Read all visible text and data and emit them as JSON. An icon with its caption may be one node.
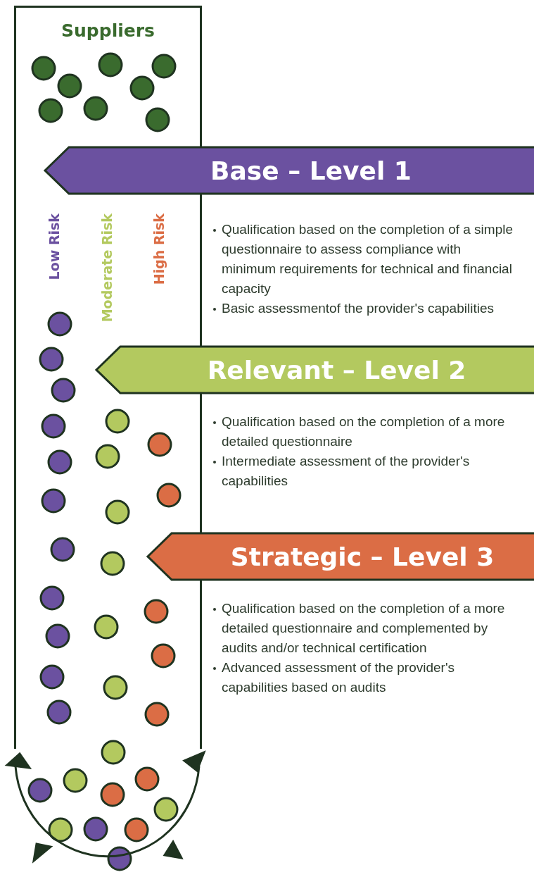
{
  "diagram": {
    "nodes": [
      {
        "text": [
          "Suppliers"
        ]
      },
      {
        "text": [
          "Base – Level 1"
        ],
        "beside": [
          "Qualification based on the completion of a simple questionnaire to assess compliance with minimum requirements for technical and financial capacity",
          "Basic assessmentof the provider's capabilities"
        ]
      },
      {
        "text": [
          "Relevant – Level 2"
        ],
        "beside": [
          "Qualification based on the completion of a more detailed questionnaire",
          "Intermediate assessment of the provider's capabilities"
        ]
      },
      {
        "text": [
          "Strategic – Level 3"
        ],
        "beside": [
          "Qualification based on the completion of a more detailed questionnaire and complemented by audits and/or technical certification",
          "Advanced assessment of the provider's capabilities based on audits"
        ]
      }
    ],
    "labels": [
      "Low Risk",
      "Moderate Risk",
      "High Risk"
    ]
  }
}
